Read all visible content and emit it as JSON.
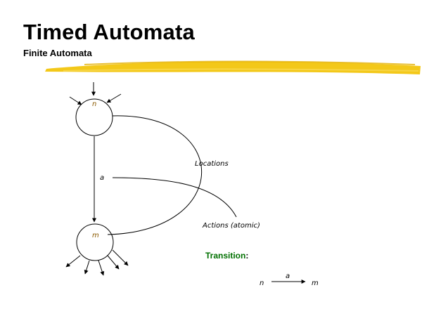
{
  "slide": {
    "title": "Timed Automata",
    "subtitle": "Finite Automata"
  },
  "diagram": {
    "states": {
      "top": "n",
      "bottom": "m"
    },
    "edge_label": "a",
    "annotations": {
      "locations": "Locations",
      "actions": "Actions (atomic)"
    }
  },
  "transition": {
    "label": "Transition",
    "colon": ":",
    "source": "n",
    "action": "a",
    "target": "m"
  },
  "colors": {
    "highlight": "#f2c200",
    "transition_label": "#007000",
    "state_label": "#8b5a00"
  }
}
